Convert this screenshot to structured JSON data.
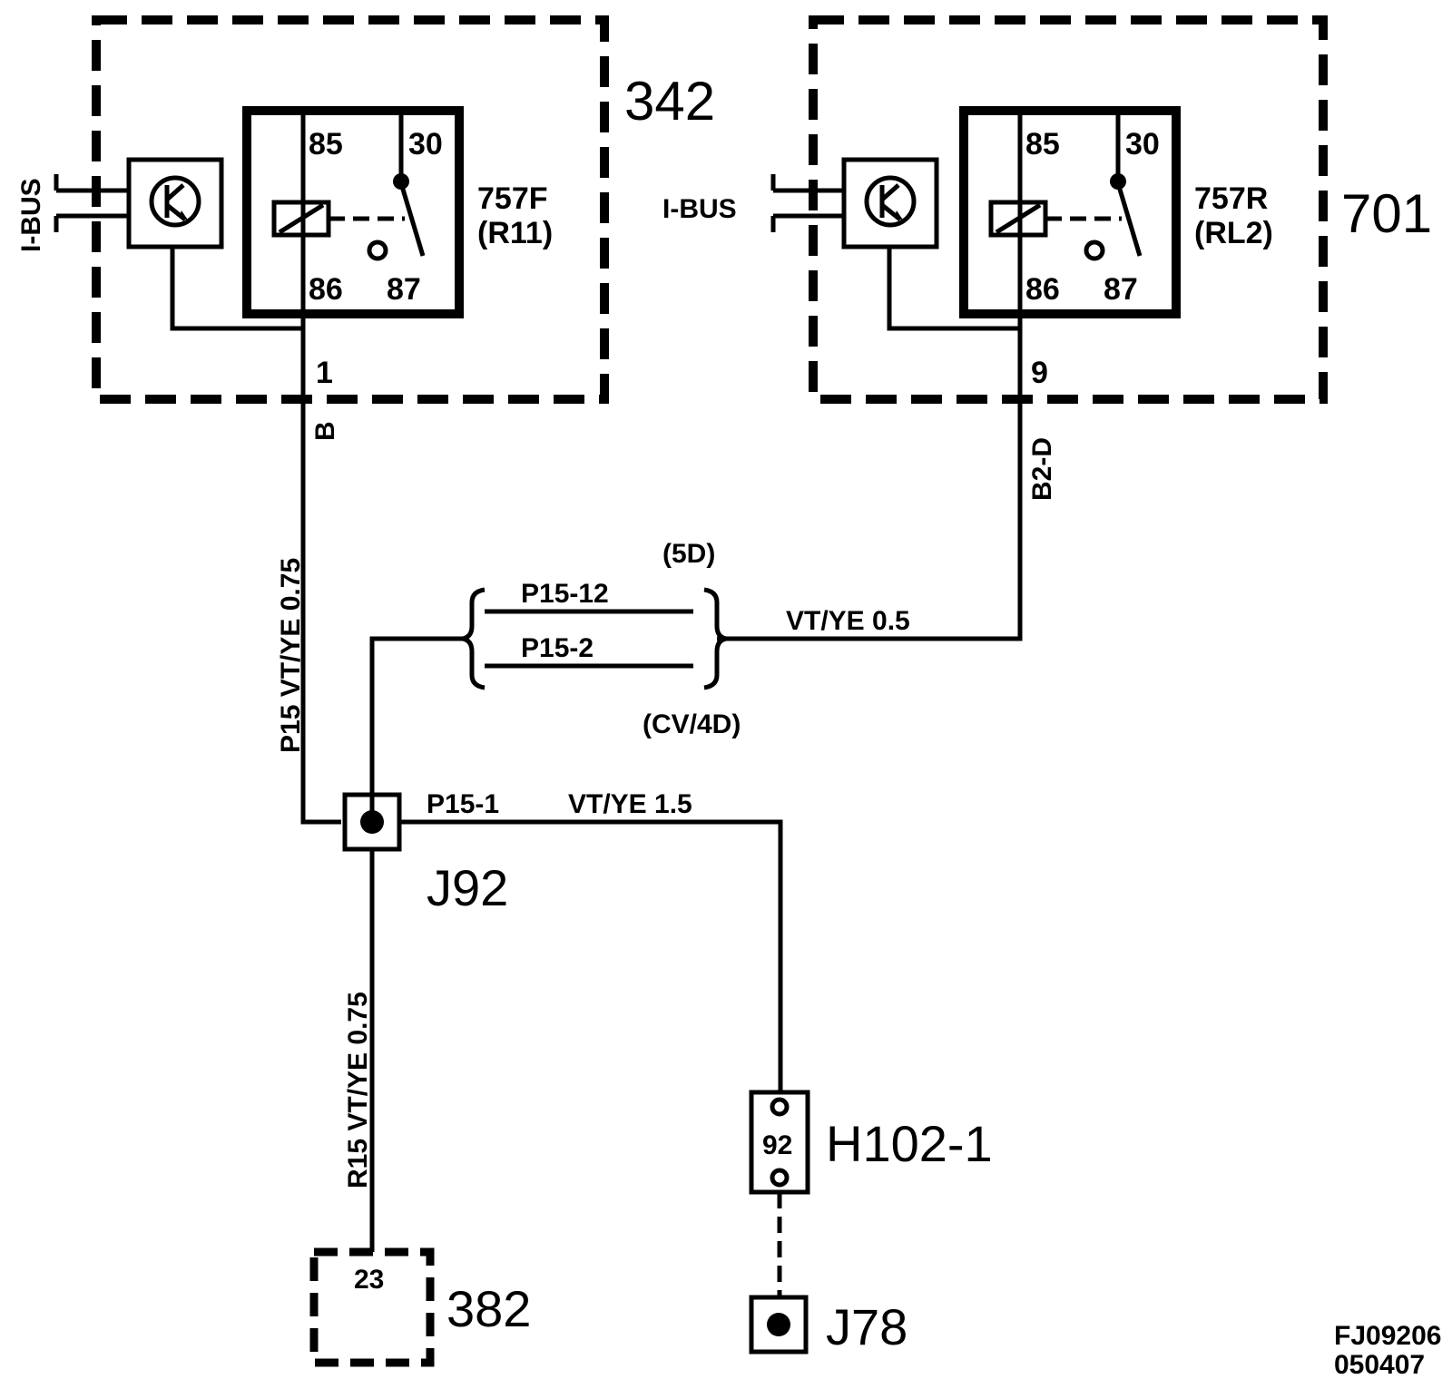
{
  "modules": {
    "front": {
      "id": "342",
      "relay_name": "757F",
      "relay_ref": "(R11)",
      "pin_85": "85",
      "pin_30": "30",
      "pin_86": "86",
      "pin_87": "87",
      "bus_label": "I-BUS",
      "pin_out": "1",
      "connector": "B"
    },
    "rear": {
      "id": "701",
      "relay_name": "757R",
      "relay_ref": "(RL2)",
      "pin_85": "85",
      "pin_30": "30",
      "pin_86": "86",
      "pin_87": "87",
      "bus_label": "I-BUS",
      "pin_out": "9",
      "connector": "B2-D"
    }
  },
  "wires": {
    "p15_main": "P15  VT/YE  0.75",
    "rear_feed": "VT/YE   0.5",
    "p15_12": "P15-12",
    "p15_2": "P15-2",
    "variant_top": "(5D)",
    "variant_bottom": "(CV/4D)",
    "p15_1": "P15-1",
    "p15_1_spec": "VT/YE   1.5",
    "r15": "R15  VT/YE   0.75"
  },
  "junctions": {
    "j92": "J92",
    "j78": "J78"
  },
  "connectors": {
    "h102": "H102-1",
    "h102_pin": "92",
    "c382": "382",
    "c382_pin": "23"
  },
  "footer": {
    "code": "FJ09206",
    "date": "050407"
  }
}
